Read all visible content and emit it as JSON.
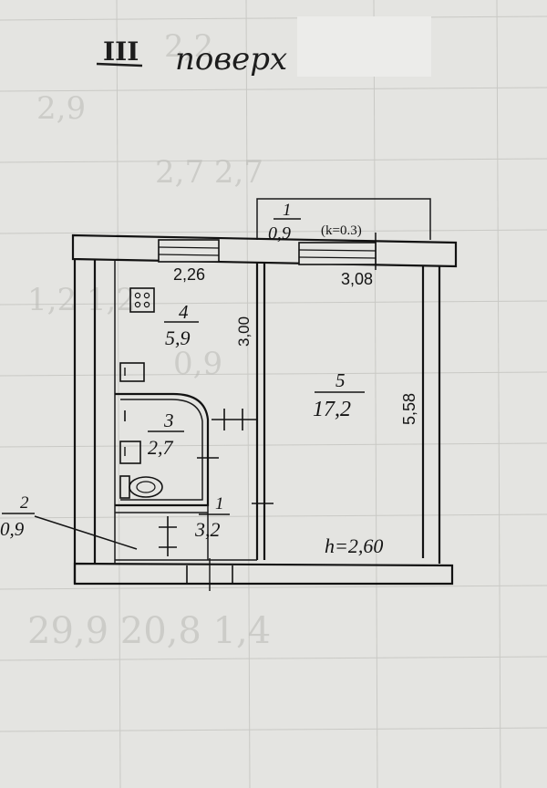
{
  "header": {
    "floor_numeral": "III",
    "floor_word": "поверх"
  },
  "balcony": {
    "number": "1",
    "area": "0,9",
    "coefficient": "(k=0.3)"
  },
  "loggia": {
    "number": "2",
    "area": "0,9"
  },
  "kitchen": {
    "number": "4",
    "area": "5,9",
    "width": "2,26",
    "length": "3,00"
  },
  "bathroom": {
    "number": "3",
    "area": "2,7"
  },
  "hall": {
    "number": "1",
    "area": "3,2"
  },
  "room": {
    "number": "5",
    "area": "17,2",
    "width": "3,08",
    "length": "5,58"
  },
  "ceiling_height": "h=2,60",
  "background_digits": {
    "row1": "2,2",
    "row2": "2,9",
    "row3": "2,7  2,7",
    "row4": "1,2  1,2",
    "row5": "0,9",
    "bottom": "29,9   20,8   1,4"
  }
}
